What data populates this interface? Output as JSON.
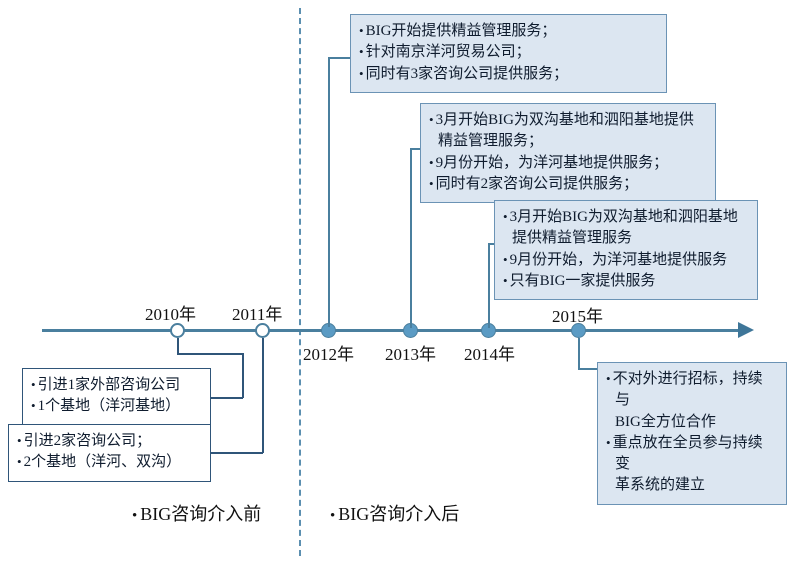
{
  "diagram": {
    "title": "BIG咨询介入时间轴",
    "colors": {
      "axis": "#4a7f9e",
      "node_fill": "#5b9bc4",
      "box_fill": "#dce6f1",
      "box_border": "#6b93b5",
      "plain_box_border": "#2f5579",
      "divider": "#5b8fb0"
    }
  },
  "axis": {
    "nodes": [
      {
        "id": "node-2010",
        "year": "2010年",
        "style": "hollow",
        "label_position": "above"
      },
      {
        "id": "node-2011",
        "year": "2011年",
        "style": "hollow",
        "label_position": "above"
      },
      {
        "id": "node-2012",
        "year": "2012年",
        "style": "filled",
        "label_position": "below"
      },
      {
        "id": "node-2013",
        "year": "2013年",
        "style": "filled",
        "label_position": "below"
      },
      {
        "id": "node-2014",
        "year": "2014年",
        "style": "filled",
        "label_position": "below"
      },
      {
        "id": "node-2015",
        "year": "2015年",
        "style": "filled",
        "label_position": "above"
      }
    ]
  },
  "callouts": {
    "box_2012": {
      "items": [
        "BIG开始提供精益管理服务；",
        "针对南京洋河贸易公司；",
        "同时有3家咨询公司提供服务；"
      ]
    },
    "box_2013": {
      "items": [
        "3月开始BIG为双沟基地和泗阳基地提供\n精益管理服务；",
        "9月份开始，为洋河基地提供服务；",
        "同时有2家咨询公司提供服务；"
      ]
    },
    "box_2014": {
      "items": [
        "3月开始BIG为双沟基地和泗阳基地\n提供精益管理服务",
        "9月份开始，为洋河基地提供服务",
        "只有BIG一家提供服务"
      ]
    },
    "box_2015": {
      "items": [
        "不对外进行招标，持续与\nBIG全方位合作",
        "重点放在全员参与持续变\n革系统的建立"
      ]
    },
    "box_2010": {
      "items": [
        "引进1家外部咨询公司",
        "1个基地（洋河基地）"
      ]
    },
    "box_2011": {
      "items": [
        "引进2家咨询公司；",
        "2个基地（洋河、双沟）"
      ]
    }
  },
  "legend": {
    "before": "BIG咨询介入前",
    "after": "BIG咨询介入后"
  }
}
